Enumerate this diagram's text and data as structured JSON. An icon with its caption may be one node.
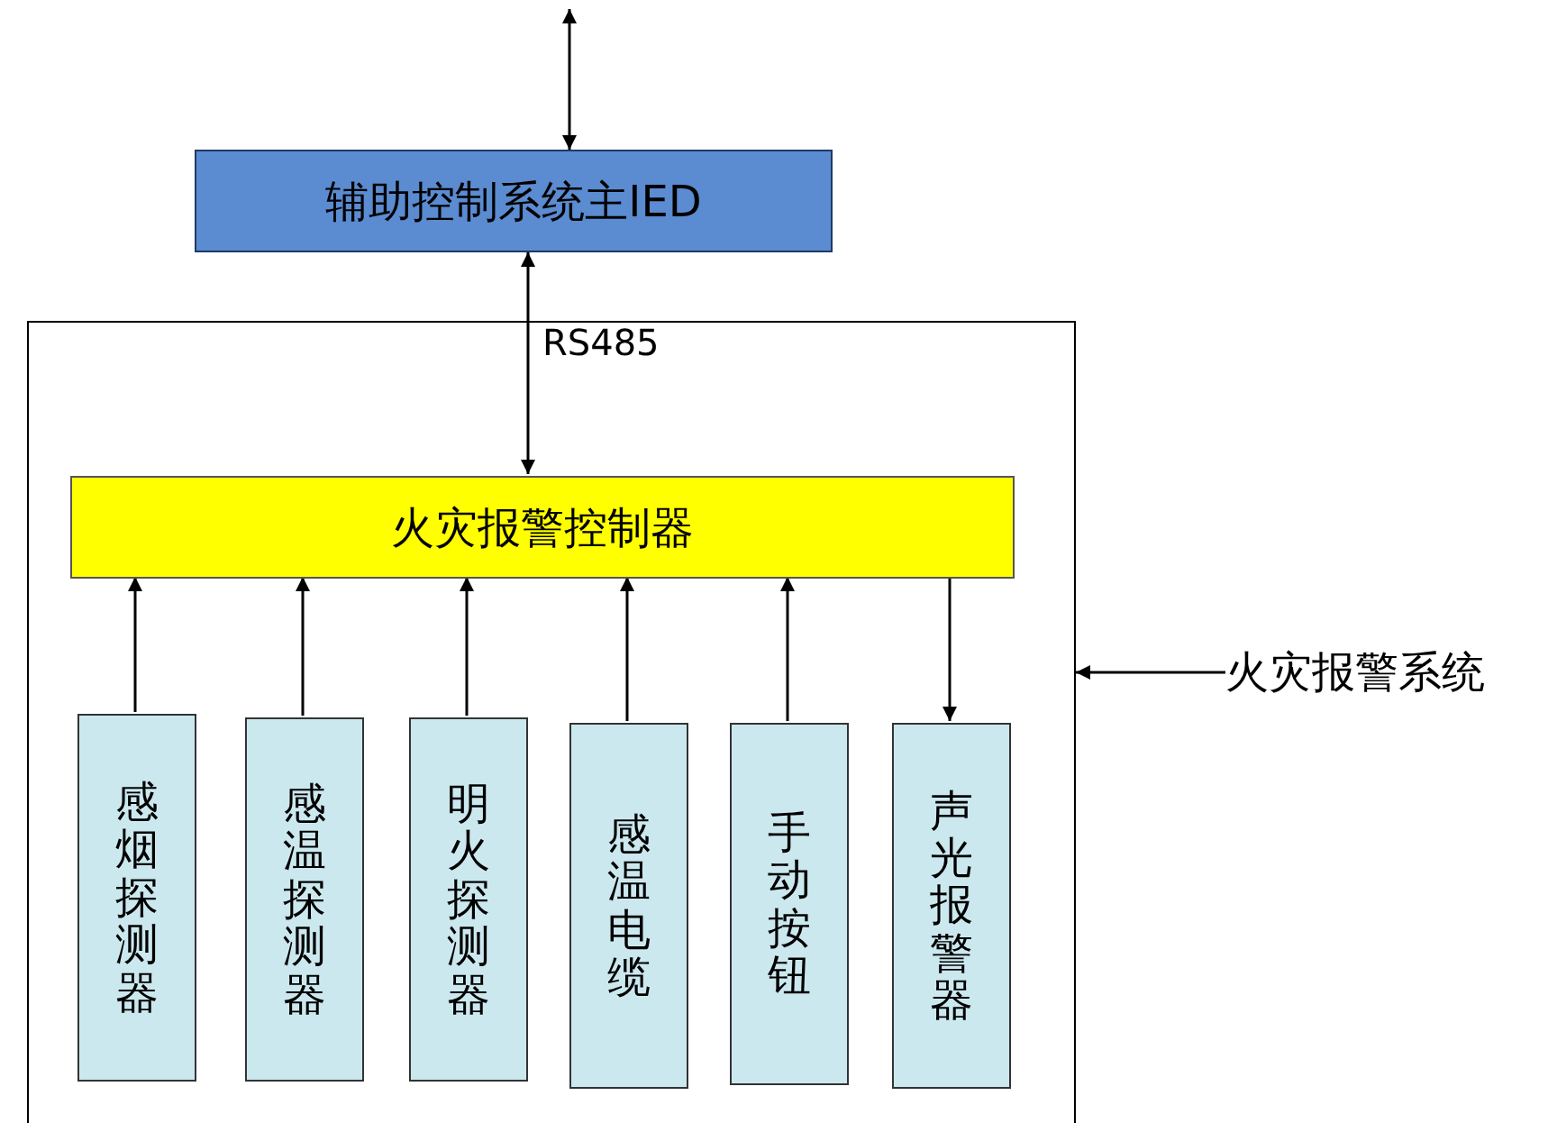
{
  "diagram": {
    "nodes": [
      {
        "text": [
          "辅助控制系统主IED"
        ]
      },
      {
        "text": [],
        "shape": "box"
      },
      {
        "text": [
          "火灾报警系统"
        ]
      },
      {
        "text": [
          "火灾报警控制器"
        ],
        "in": 1
      },
      {
        "text": [
          "感烟探测器"
        ],
        "in": 1
      },
      {
        "text": [
          "感温探测器"
        ],
        "in": 1
      },
      {
        "text": [
          "明火探测器"
        ],
        "in": 1
      },
      {
        "text": [
          "感温电缆"
        ],
        "in": 1
      },
      {
        "text": [
          "手动按钮"
        ],
        "in": 1
      },
      {
        "text": [
          "声光报警器"
        ],
        "in": 1
      }
    ],
    "edges": [
      {
        "from": null,
        "to": 0,
        "arrow": "both"
      },
      {
        "from": 0,
        "to": 3,
        "arrow": "both",
        "label": "RS485"
      },
      {
        "from": 2,
        "to": 1,
        "arrow": "to"
      },
      {
        "from": 4,
        "to": 3,
        "arrow": "to"
      },
      {
        "from": 5,
        "to": 3,
        "arrow": "to"
      },
      {
        "from": 6,
        "to": 3,
        "arrow": "to"
      },
      {
        "from": 7,
        "to": 3,
        "arrow": "to"
      },
      {
        "from": 8,
        "to": 3,
        "arrow": "to"
      },
      {
        "from": 3,
        "to": 9,
        "arrow": "to"
      }
    ]
  }
}
